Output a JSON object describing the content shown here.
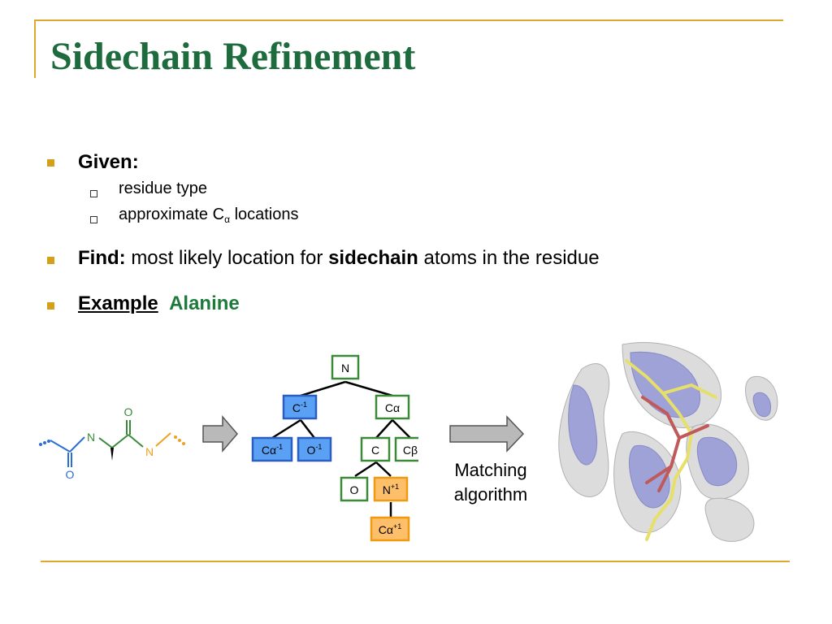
{
  "title": "Sidechain Refinement",
  "bullets": {
    "given_label": "Given:",
    "given_items": [
      "residue type",
      "approximate C",
      "locations"
    ],
    "given_sub": "α",
    "find_label": "Find:",
    "find_text_1": "most likely location for",
    "find_bold": "sidechain",
    "find_text_2": "atoms in the residue",
    "example_label": "Example",
    "example_value": "Alanine"
  },
  "molecule": {
    "n1": "N",
    "o_top": "O",
    "n2": "N",
    "o_bottom": "O"
  },
  "tree": {
    "n": "N",
    "c_prev": "C",
    "c_prev_sup": "-1",
    "ca": "Cα",
    "ca_prev": "Cα",
    "ca_prev_sup": "-1",
    "o_prev": "O",
    "o_prev_sup": "-1",
    "c": "C",
    "cb": "Cβ",
    "o": "O",
    "n_next": "N",
    "n_next_sup": "+1",
    "ca_next": "Cα",
    "ca_next_sup": "+1"
  },
  "caption": {
    "line1": "Matching",
    "line2": "algorithm"
  },
  "colors": {
    "title": "#1e6b3e",
    "accent": "#e0a92e",
    "green_box": "#3a8a3a",
    "blue_box": "#3a78d8",
    "orange_box": "#f5a623"
  }
}
